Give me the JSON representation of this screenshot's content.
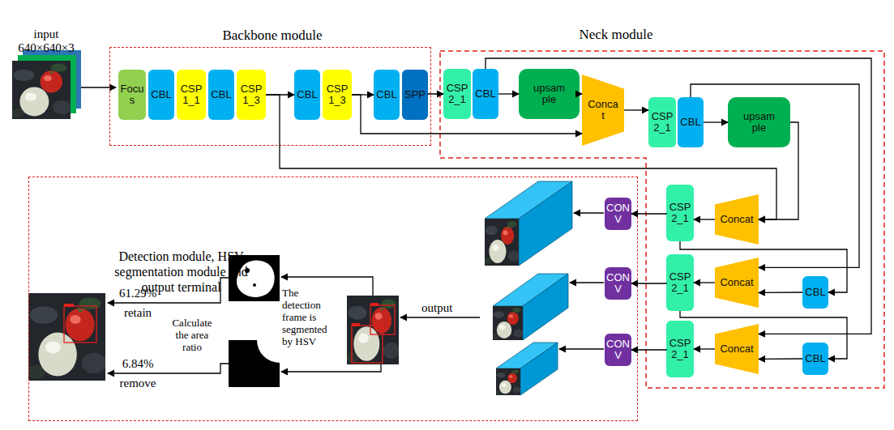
{
  "diagram": {
    "nodes": [
      {
        "text": [
          "Backbone module"
        ]
      },
      {
        "text": [
          "Focus"
        ],
        "in": 0
      },
      {
        "text": [
          "CBL"
        ],
        "in": 0
      },
      {
        "text": [
          "CSP1_1"
        ],
        "in": 0
      },
      {
        "text": [
          "CBL"
        ],
        "in": 0
      },
      {
        "text": [
          "CSP1_3"
        ],
        "in": 0
      },
      {
        "text": [
          "CBL"
        ],
        "in": 0
      },
      {
        "text": [
          "CSP1_3"
        ],
        "in": 0
      },
      {
        "text": [
          "CBL"
        ],
        "in": 0
      },
      {
        "text": [
          "SPP"
        ],
        "in": 0
      },
      {
        "text": [
          "Neck module"
        ]
      },
      {
        "text": [
          "CSP2_1"
        ],
        "in": 10
      },
      {
        "text": [
          "CBL"
        ],
        "in": 10
      },
      {
        "text": [
          "upsample"
        ],
        "in": 10
      },
      {
        "text": [
          "Concat"
        ],
        "in": 10
      },
      {
        "text": [
          "CSP2_1"
        ],
        "in": 10
      },
      {
        "text": [
          "CBL"
        ],
        "in": 10
      },
      {
        "text": [
          "upsample"
        ],
        "in": 10
      },
      {
        "text": [
          "Concat"
        ],
        "in": 10
      },
      {
        "text": [
          "CSP2_1"
        ],
        "in": 10
      },
      {
        "text": [
          "CBL"
        ],
        "in": 10
      },
      {
        "text": [
          "Concat"
        ],
        "in": 10
      },
      {
        "text": [
          "CSP2_1"
        ],
        "in": 10
      },
      {
        "text": [
          "CBL"
        ],
        "in": 10
      },
      {
        "text": [
          "Concat"
        ],
        "in": 10
      },
      {
        "text": [
          "CSP2_1"
        ],
        "in": 10
      },
      {
        "text": [
          "Detection module, HSV segmentation module and output terminal"
        ]
      },
      {
        "text": [
          "CONV"
        ],
        "in": 26
      },
      {
        "text": [
          "CONV"
        ],
        "in": 26
      },
      {
        "text": [
          "CONV"
        ],
        "in": 26
      }
    ],
    "edges": [
      {
        "from": 5,
        "to": 6,
        "arrow": "to"
      },
      {
        "from": 7,
        "to": 8,
        "arrow": "to"
      },
      {
        "from": 9,
        "to": 11,
        "arrow": "to"
      },
      {
        "from": 12,
        "to": 13,
        "arrow": "to"
      },
      {
        "from": 13,
        "to": 14,
        "arrow": "to"
      },
      {
        "from": 14,
        "to": 15,
        "arrow": "to"
      },
      {
        "from": 16,
        "to": 17,
        "arrow": "to"
      },
      {
        "from": 5,
        "to": 18,
        "arrow": "to"
      },
      {
        "from": 17,
        "to": 18,
        "arrow": "to"
      },
      {
        "from": 7,
        "to": 14,
        "arrow": "to"
      },
      {
        "from": 18,
        "to": 19,
        "arrow": "to"
      },
      {
        "from": 19,
        "to": 27,
        "arrow": "to"
      },
      {
        "from": 19,
        "to": 20,
        "arrow": "to"
      },
      {
        "from": 20,
        "to": 21,
        "arrow": "to"
      },
      {
        "from": 16,
        "to": 21,
        "arrow": "to"
      },
      {
        "from": 21,
        "to": 22,
        "arrow": "to"
      },
      {
        "from": 22,
        "to": 28,
        "arrow": "to"
      },
      {
        "from": 22,
        "to": 23,
        "arrow": "to"
      },
      {
        "from": 23,
        "to": 24,
        "arrow": "to"
      },
      {
        "from": 12,
        "to": 24,
        "arrow": "to"
      },
      {
        "from": 24,
        "to": 25,
        "arrow": "to"
      },
      {
        "from": 25,
        "to": 29,
        "arrow": "to"
      }
    ],
    "labels": [
      "input 640×640×3",
      "output",
      "The detection frame is segmented by HSV",
      "Calculate the area ratio",
      "61.29% retain",
      "6.84% remove"
    ]
  }
}
